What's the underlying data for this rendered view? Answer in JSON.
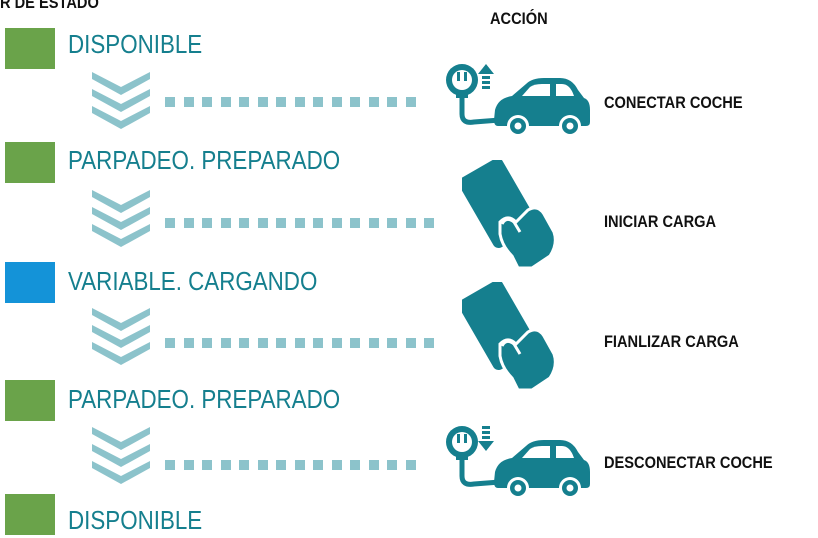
{
  "headers": {
    "left": "R DE ESTADO",
    "right": "ACCIÓN"
  },
  "colors": {
    "green": "#6aa34a",
    "blue": "#1493d8",
    "teal": "#157f8e",
    "light_teal": "#8cc3cb"
  },
  "states": [
    {
      "label": "DISPONIBLE",
      "color": "green"
    },
    {
      "label": "PARPADEO. PREPARADO",
      "color": "green"
    },
    {
      "label": "VARIABLE. CARGANDO",
      "color": "blue"
    },
    {
      "label": "PARPADEO. PREPARADO",
      "color": "green"
    },
    {
      "label": "DISPONIBLE",
      "color": "green"
    }
  ],
  "actions": [
    {
      "label": "CONECTAR COCHE",
      "icon": "car-plug-up-icon"
    },
    {
      "label": "INICIAR CARGA",
      "icon": "card-in-hand-icon"
    },
    {
      "label": "FIANLIZAR CARGA",
      "icon": "card-in-hand-icon"
    },
    {
      "label": "DESCONECTAR COCHE",
      "icon": "car-plug-down-icon"
    }
  ]
}
